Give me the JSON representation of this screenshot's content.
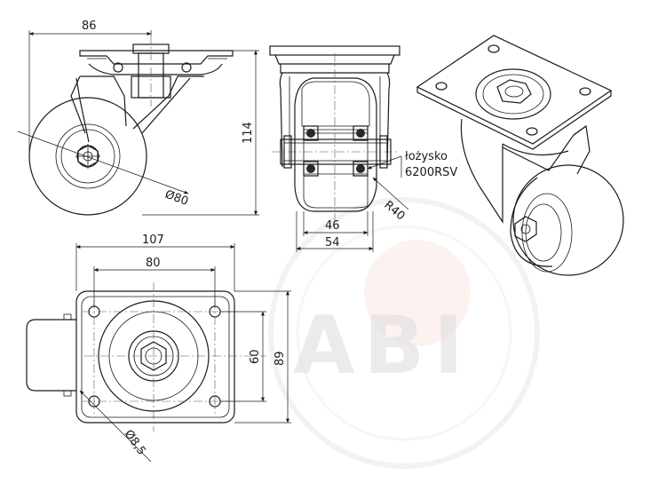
{
  "dimensions": {
    "plate_offset": "86",
    "height": "114",
    "wheel_diameter": "Ø80",
    "tread_width": "46",
    "hub_width": "54",
    "radius": "R40",
    "plate_width": "107",
    "hole_spacing_x": "80",
    "hole_spacing_y": "60",
    "plate_depth": "89",
    "hole_diameter": "Ø8,5"
  },
  "bearing_note": {
    "line1": "łożysko",
    "line2": "6200RSV"
  },
  "watermark": "ABI",
  "colors": {
    "line": "#1a1a1a",
    "watermark_ring": "#e6e6e6",
    "watermark_accent": "#f7d9d2"
  }
}
